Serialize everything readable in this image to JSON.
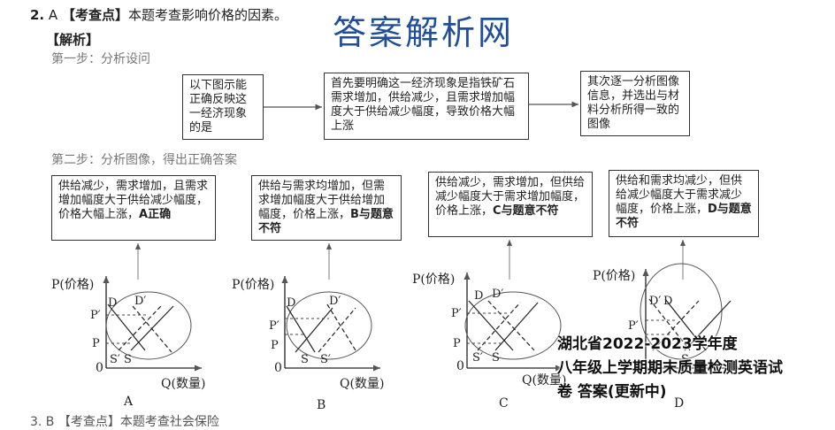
{
  "header": {
    "number": "2.",
    "answer": "A",
    "tag": "【考查点】",
    "text": "本题考查影响价格的因素。",
    "analysis": "【解析】"
  },
  "watermark": "答案解析网",
  "step1": {
    "label": "第一步：分析设问",
    "boxes": [
      "以下图示能正确反映这一经济现象的是",
      "首先要明确这一经济现象是指铁矿石需求增加，供给减少，且需求增加幅度大于供给减少幅度，导致价格大幅上涨",
      "其次逐一分析图像信息，并选出与材料分析所得一致的图像"
    ]
  },
  "step2": {
    "label": "第二步：分析图像，得出正确答案",
    "boxes": [
      {
        "text": "供给减少，需求增加，且需求增加幅度大于供给减少幅度，价格大幅上涨，",
        "verdict": "A正确"
      },
      {
        "text": "供给与需求均增加，但需求增加幅度大于供给增加幅度，价格上涨，",
        "verdict": "B与题意不符"
      },
      {
        "text": "供给减少，需求增加，但供给减少幅度大于需求增加幅度，价格上涨，",
        "verdict": "C与题意不符"
      },
      {
        "text": "供给和需求均减少，但供给减少幅度大于需求减少幅度，价格上涨，",
        "verdict": "D与题意不符"
      }
    ]
  },
  "graphs": {
    "y_axis": "P(价格)",
    "x_axis": "Q(数量)",
    "origin": "0",
    "labels": [
      "D",
      "D′",
      "P′",
      "P",
      "S′",
      "S"
    ],
    "names": [
      "A",
      "B",
      "C",
      "D"
    ]
  },
  "overlay": {
    "line1": "湖北省2022-2023学年度",
    "line2": "八年级上学期期末质量检测英语试",
    "line3": "卷 答案(更新中)"
  },
  "footer_cut": "3. B 【考查点】本题考查社会保险"
}
